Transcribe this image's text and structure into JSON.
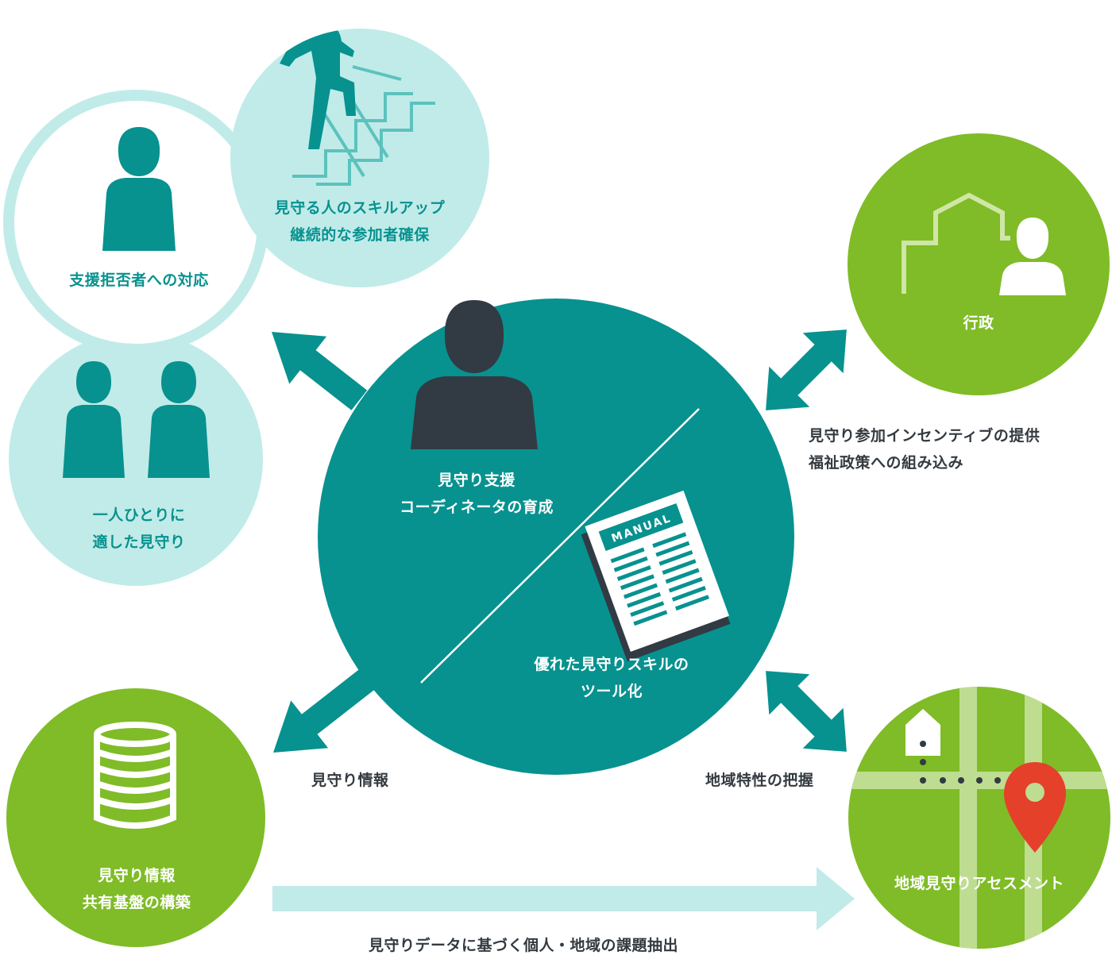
{
  "colors": {
    "teal": "#07928f",
    "light_teal": "#c0ebe9",
    "green": "#7fbc27",
    "dark_silhouette": "#323a43",
    "pin_red": "#e5402a",
    "road": "#bedd91"
  },
  "icons": [
    "person-silhouette-icon",
    "stair-climber-icon",
    "two-people-icon",
    "manual-icon",
    "government-building-icon",
    "database-icon",
    "map-pin-icon",
    "house-icon"
  ],
  "center": {
    "title_lines": [
      "見守り支援",
      "コーディネータの育成"
    ],
    "tool_lines": [
      "優れた見守りスキルの",
      "ツール化"
    ],
    "manual_text": "MANUAL"
  },
  "skill_up": {
    "lines": [
      "見守る人のスキルアップ",
      "継続的な参加者確保"
    ]
  },
  "refusal": {
    "label": "支援拒否者への対応"
  },
  "individual": {
    "lines": [
      "一人ひとりに",
      "適した見守り"
    ]
  },
  "gov": {
    "label": "行政"
  },
  "gov_link": {
    "lines": [
      "見守り参加インセンティブの提供",
      "福祉政策への組み込み"
    ]
  },
  "database": {
    "lines": [
      "見守り情報",
      "共有基盤の構築"
    ]
  },
  "info_link": {
    "label": "見守り情報"
  },
  "region_link": {
    "label": "地域特性の把握"
  },
  "assessment": {
    "label": "地域見守りアセスメント"
  },
  "bottom_link": {
    "label": "見守りデータに基づく個人・地域の課題抽出"
  }
}
